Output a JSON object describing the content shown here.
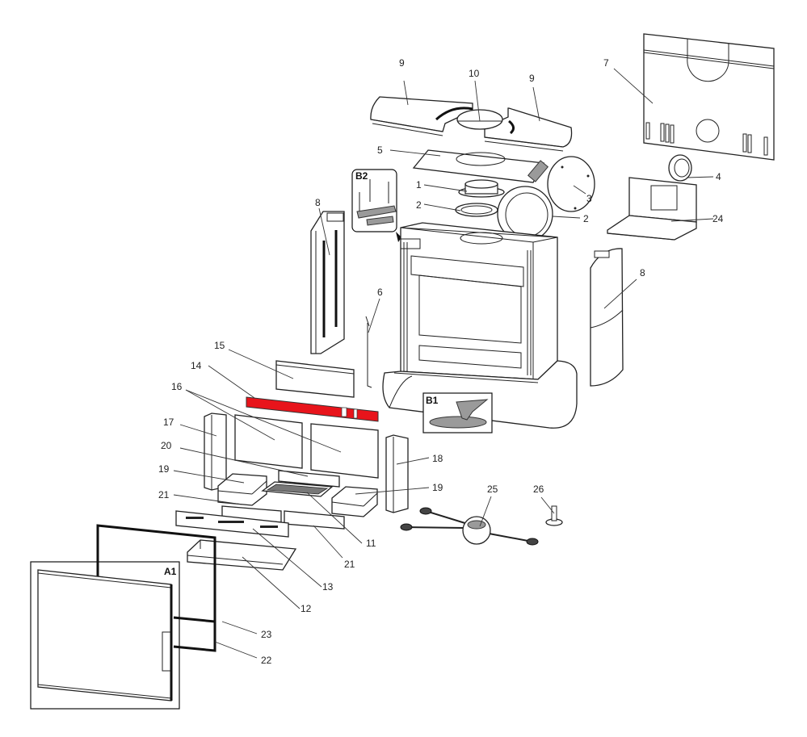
{
  "diagram": {
    "type": "exploded-parts-view",
    "accent_color": "#e8141b",
    "detail_views": [
      {
        "id": "A1",
        "label": "A1"
      },
      {
        "id": "B1",
        "label": "B1"
      },
      {
        "id": "B2",
        "label": "B2"
      }
    ],
    "callouts": [
      {
        "key": "c1",
        "label": "1"
      },
      {
        "key": "c2a",
        "label": "2"
      },
      {
        "key": "c2b",
        "label": "2"
      },
      {
        "key": "c3",
        "label": "3"
      },
      {
        "key": "c4",
        "label": "4"
      },
      {
        "key": "c5",
        "label": "5"
      },
      {
        "key": "c6",
        "label": "6"
      },
      {
        "key": "c7",
        "label": "7"
      },
      {
        "key": "c8a",
        "label": "8"
      },
      {
        "key": "c8b",
        "label": "8"
      },
      {
        "key": "c9a",
        "label": "9"
      },
      {
        "key": "c9b",
        "label": "9"
      },
      {
        "key": "c10",
        "label": "10"
      },
      {
        "key": "c11",
        "label": "11"
      },
      {
        "key": "c12",
        "label": "12"
      },
      {
        "key": "c13",
        "label": "13"
      },
      {
        "key": "c14",
        "label": "14"
      },
      {
        "key": "c15",
        "label": "15"
      },
      {
        "key": "c16",
        "label": "16"
      },
      {
        "key": "c17",
        "label": "17"
      },
      {
        "key": "c18",
        "label": "18"
      },
      {
        "key": "c19a",
        "label": "19"
      },
      {
        "key": "c19b",
        "label": "19"
      },
      {
        "key": "c20",
        "label": "20"
      },
      {
        "key": "c21a",
        "label": "21"
      },
      {
        "key": "c21b",
        "label": "21"
      },
      {
        "key": "c22",
        "label": "22"
      },
      {
        "key": "c23",
        "label": "23"
      },
      {
        "key": "c24",
        "label": "24"
      },
      {
        "key": "c25",
        "label": "25"
      },
      {
        "key": "c26",
        "label": "26"
      }
    ]
  }
}
